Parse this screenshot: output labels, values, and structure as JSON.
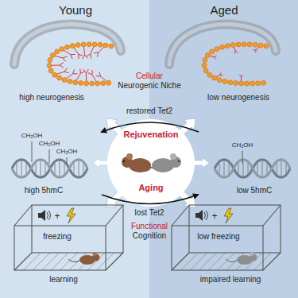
{
  "diagram": {
    "nodes": [
      {
        "text": [
          "Rejuvenation",
          "Aging"
        ]
      }
    ],
    "labels": [
      "Young",
      "Aged",
      "Cellular",
      "Neurogenic Niche",
      "high neurogenesis",
      "low neurogenesis",
      "restored Tet2",
      "CH₂OH",
      "CH₂OH",
      "CH₂OH",
      "CH₂OH",
      "high 5hmC",
      "low 5hmC",
      "lost Tet2",
      "Functional",
      "Cognition",
      "+",
      "+",
      "freezing",
      "low freezing",
      "learning",
      "impaired learning"
    ]
  }
}
